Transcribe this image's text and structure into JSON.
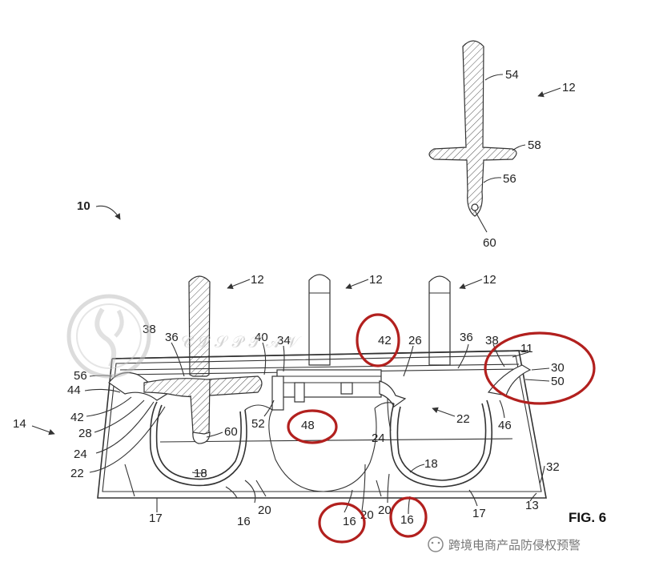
{
  "figure": {
    "caption": "FIG. 6",
    "labels": {
      "stick_top_54": "54",
      "stick_top_12": "12",
      "stick_top_58": "58",
      "stick_top_56": "56",
      "stick_top_60": "60",
      "assembly_10": "10",
      "left_12": "12",
      "mid_12": "12",
      "right_12": "12",
      "l36": "36",
      "l38a": "38",
      "l40": "40",
      "l34": "34",
      "l42_top": "42",
      "l26": "26",
      "r36": "36",
      "r38": "38",
      "r11": "11",
      "r30": "30",
      "r50": "50",
      "l56": "56",
      "l44": "44",
      "l14": "14",
      "l42": "42",
      "l28": "28",
      "l24a": "24",
      "l22a": "22",
      "l60": "60",
      "l52": "52",
      "l48": "48",
      "l24b": "24",
      "l22b": "22",
      "l46": "46",
      "l18a": "18",
      "l18b": "18",
      "l32": "32",
      "l17a": "17",
      "l16a": "16",
      "l20a": "20",
      "l20b": "20",
      "l20c": "20",
      "l16b": "16",
      "l16c": "16",
      "l17b": "17",
      "l13": "13"
    }
  },
  "watermark": {
    "account_name": "跨境电商产品防侵权预警"
  }
}
